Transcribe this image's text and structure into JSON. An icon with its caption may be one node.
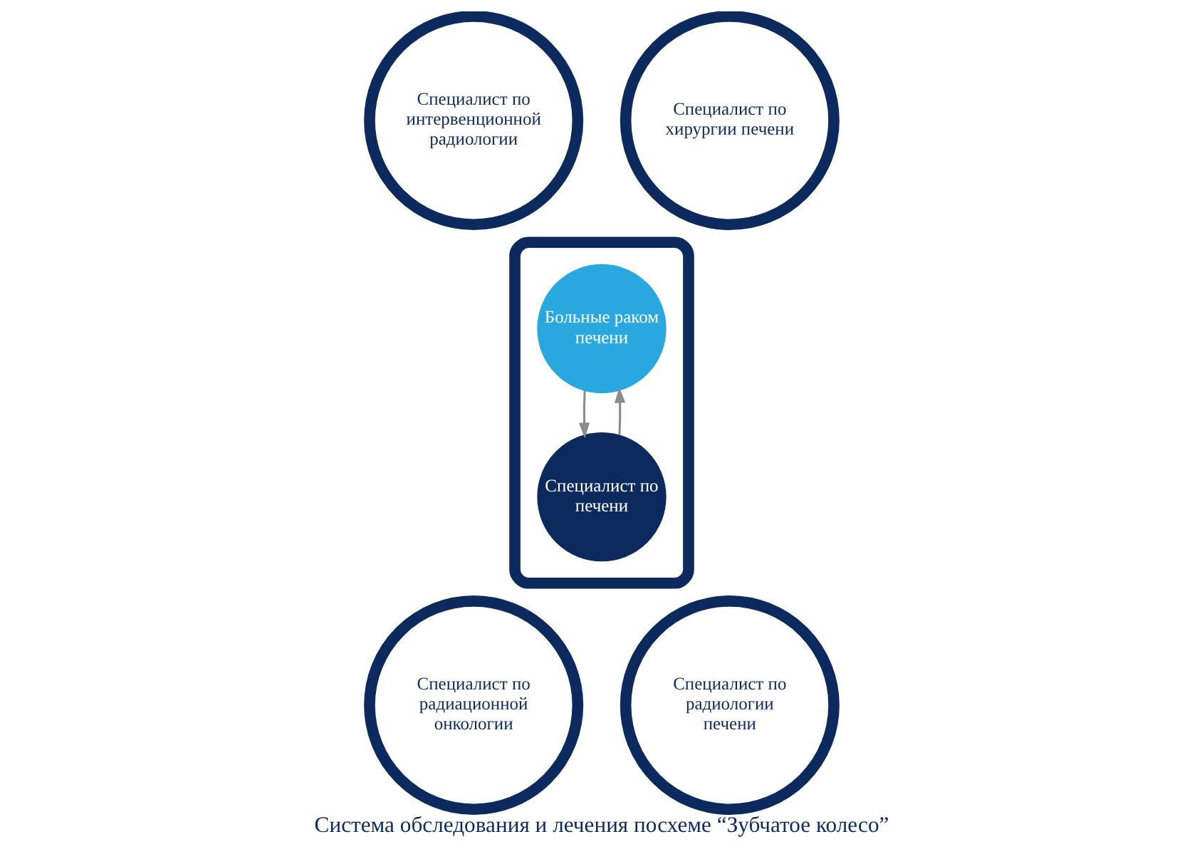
{
  "diagram": {
    "title": "Система обследования и лечения посхеме “Зубчатое колесо”",
    "nodes": [
      {
        "text": [
          "Специалист по интервенционной радиологии"
        ]
      },
      {
        "text": [
          "Специалист по хирургии печени"
        ]
      },
      {
        "text": [],
        "shape": "gear"
      },
      {
        "text": [
          "Больные раком печени"
        ],
        "in": 2
      },
      {
        "text": [
          "Специалист по печени"
        ],
        "in": 2
      },
      {
        "text": [
          "Специалист по радиационной онкологии"
        ]
      },
      {
        "text": [
          "Специалист по радиологии печени"
        ]
      }
    ],
    "edges": [
      {
        "from": 3,
        "to": 4,
        "arrow": "to",
        "color": "#8c8c8c"
      },
      {
        "from": 4,
        "to": 3,
        "arrow": "to",
        "color": "#8c8c8c"
      }
    ]
  }
}
